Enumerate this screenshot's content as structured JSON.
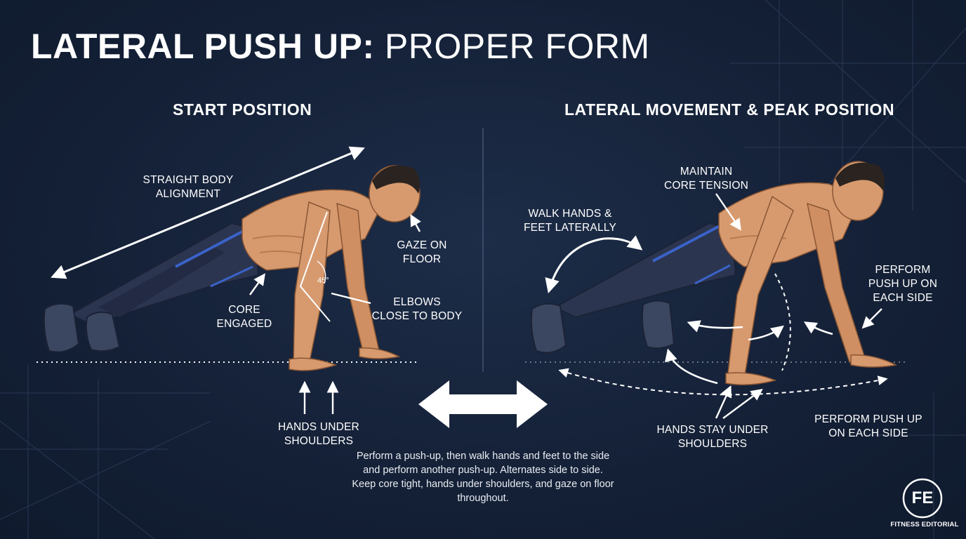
{
  "title": {
    "bold": "LATERAL PUSH UP:",
    "light": "PROPER FORM"
  },
  "sections": {
    "start": "START POSITION",
    "lateral": "LATERAL MOVEMENT & PEAK POSITION"
  },
  "left_labels": {
    "alignment": [
      "STRAIGHT BODY",
      "ALIGNMENT"
    ],
    "gaze": [
      "GAZE ON",
      "FLOOR"
    ],
    "core": [
      "CORE",
      "ENGAGED"
    ],
    "elbows": [
      "ELBOWS",
      "CLOSE TO BODY"
    ],
    "hands": [
      "HANDS UNDER",
      "SHOULDERS"
    ],
    "angle": "45°"
  },
  "right_labels": {
    "core_tension": [
      "MAINTAIN",
      "CORE TENSION"
    ],
    "walk": [
      "WALK HANDS &",
      "FEET LATERALLY"
    ],
    "perform_top": [
      "PERFORM",
      "PUSH UP ON",
      "EACH SIDE"
    ],
    "hands_stay": [
      "HANDS STAY UNDER",
      "SHOULDERS"
    ],
    "perform_bottom": [
      "PERFORM PUSH UP",
      "ON EACH SIDE"
    ]
  },
  "description": "Perform a push-up, then walk hands and feet to the side and perform another push-up. Alternates side to side. Keep core tight, hands under shoulders, and gaze on floor throughout.",
  "logo": {
    "mark": "FE",
    "text": "FITNESS EDITORIAL"
  },
  "colors": {
    "background": "#152238",
    "skin": "#d79a6e",
    "pants": "#2b3550",
    "stripe": "#3a63c8",
    "text": "#ffffff"
  }
}
